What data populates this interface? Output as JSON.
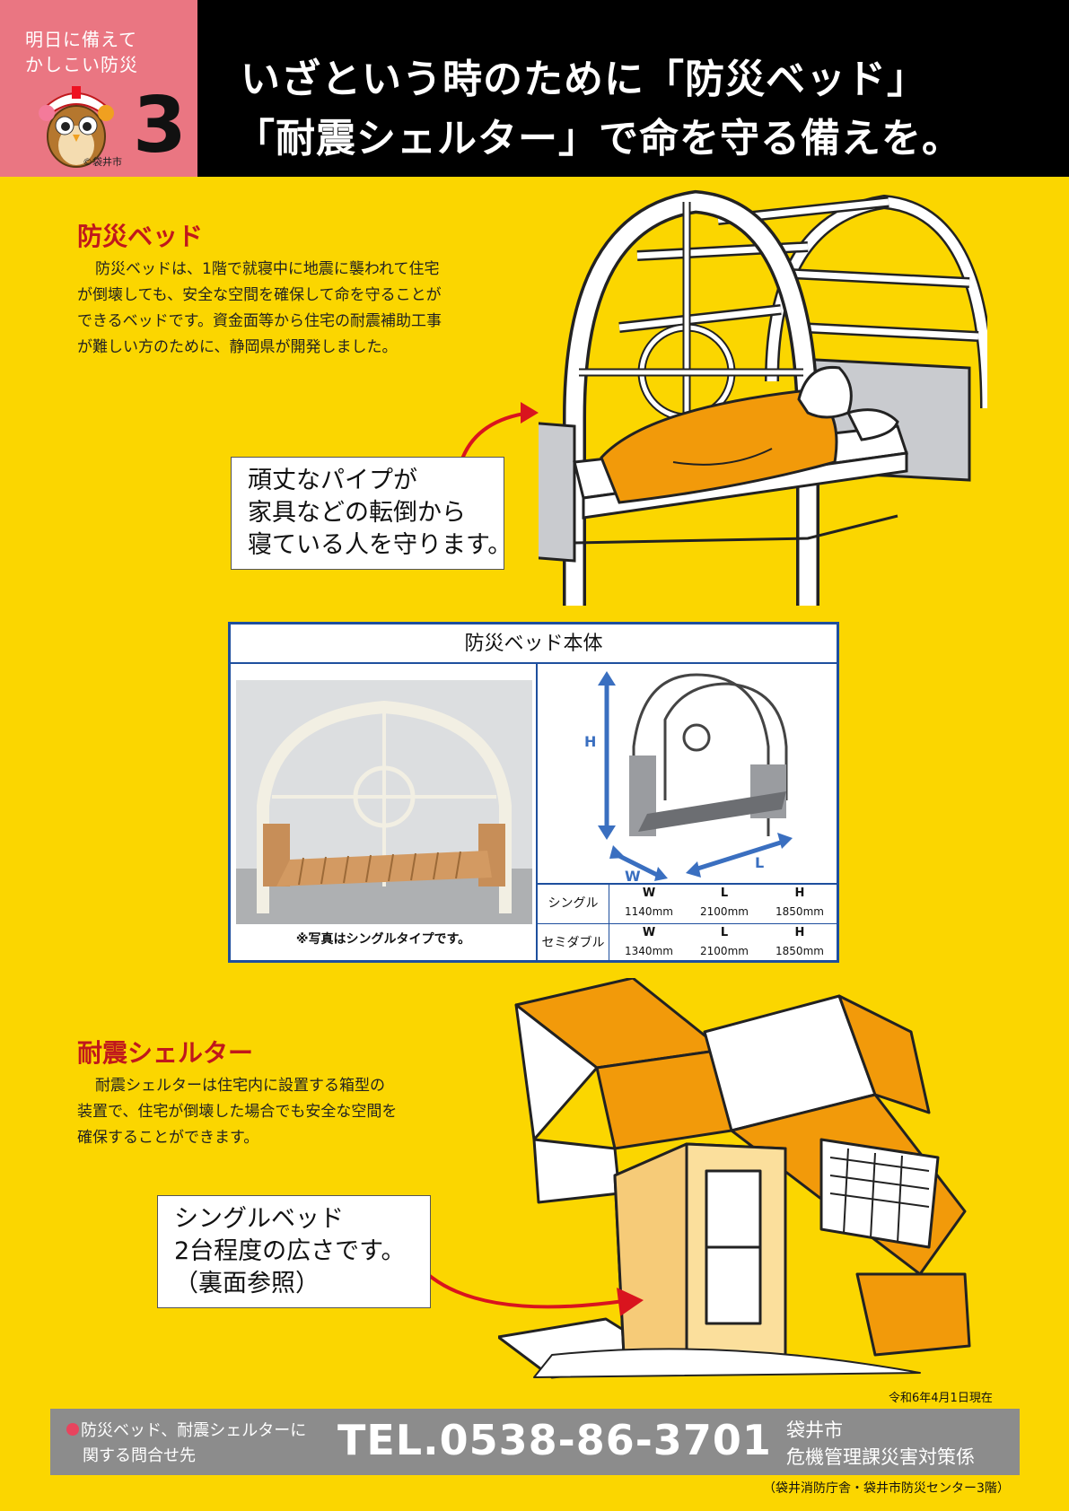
{
  "header": {
    "badge_line1": "明日に備えて",
    "badge_line2": "かしこい防災",
    "badge_number": "3",
    "copyright": "©袋井市",
    "title_line1": "いざという時のために「防災ベッド」",
    "title_line2": "「耐震シェルター」で命を守る備えを。"
  },
  "bed_section": {
    "heading": "防災ベッド",
    "body_lines": [
      "防災ベッドは、1階で就寝中に地震に襲われて住宅",
      "が倒壊しても、安全な空間を確保して命を守ることが",
      "できるベッドです。資金面等から住宅の耐震補助工事",
      "が難しい方のために、静岡県が開発しました。"
    ],
    "callout_lines": [
      "頑丈なパイプが",
      "家具などの転倒から",
      "寝ている人を守ります。"
    ]
  },
  "spec_box": {
    "title": "防災ベッド本体",
    "photo_caption": "※写真はシングルタイプです。",
    "diagram_labels": {
      "h": "H",
      "w": "W",
      "l": "L"
    },
    "rows": [
      {
        "name": "シングル",
        "w_label": "W",
        "w": "1140mm",
        "l_label": "L",
        "l": "2100mm",
        "h_label": "H",
        "h": "1850mm"
      },
      {
        "name": "セミダブル",
        "w_label": "W",
        "w": "1340mm",
        "l_label": "L",
        "l": "2100mm",
        "h_label": "H",
        "h": "1850mm"
      }
    ]
  },
  "shelter_section": {
    "heading": "耐震シェルター",
    "body_lines": [
      "耐震シェルターは住宅内に設置する箱型の",
      "装置で、住宅が倒壊した場合でも安全な空間を",
      "確保することができます。"
    ],
    "callout_lines": [
      "シングルベッド",
      "2台程度の広さです。",
      "（裏面参照）"
    ]
  },
  "footer": {
    "as_of": "令和6年4月1日現在",
    "inquiry_line1": "防災ベッド、耐震シェルターに",
    "inquiry_line2": "関する問合せ先",
    "tel": "TEL.0538-86-3701",
    "org_line1": "袋井市",
    "org_line2": "危機管理課災害対策係",
    "location_note": "（袋井消防庁舎・袋井市防災センター3階）"
  },
  "colors": {
    "background": "#fbd600",
    "badge": "#ea7682",
    "heading_red": "#c0181c",
    "blanket_orange": "#f29a0a",
    "frame_blue": "#1e4f9e",
    "footer_gray": "#8c8c8c"
  }
}
